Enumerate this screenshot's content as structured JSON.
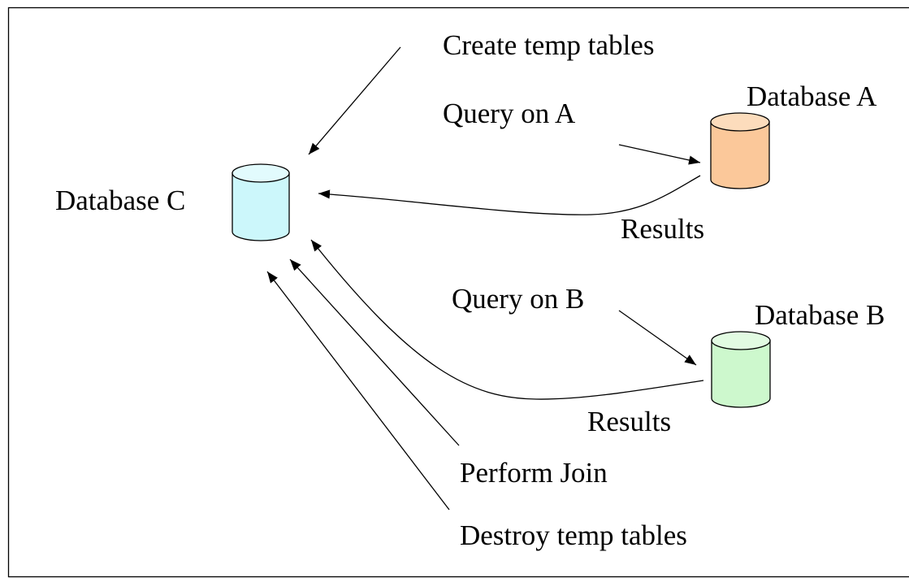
{
  "diagram": {
    "nodes": {
      "database_c": {
        "label": "Database C",
        "fill": "#ccf7fb",
        "top_fill": "#e2fbfd"
      },
      "database_a": {
        "label": "Database A",
        "fill": "#fbc89a",
        "top_fill": "#fcdcbc"
      },
      "database_b": {
        "label": "Database B",
        "fill": "#cdf8cd",
        "top_fill": "#e2fbe2"
      }
    },
    "edges": {
      "create_temp_tables": "Create temp tables",
      "query_on_a": "Query on A",
      "results_a": "Results",
      "query_on_b": "Query on B",
      "results_b": "Results",
      "perform_join": "Perform Join",
      "destroy_temp_tables": "Destroy temp tables"
    },
    "colors": {
      "border": "#000000",
      "background": "#ffffff"
    }
  }
}
